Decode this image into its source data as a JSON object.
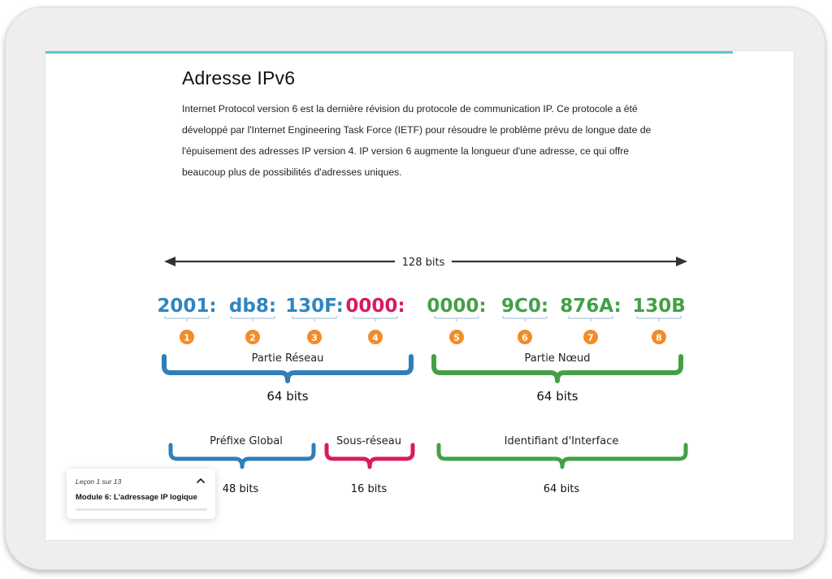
{
  "page": {
    "title": "Adresse IPv6",
    "paragraph": "Internet Protocol version 6 est la dernière révision du protocole de communication IP. Ce protocole a été développé par l'Internet Engineering Task Force (IETF) pour résoudre le problème prévu de longue date de l'épuisement des adresses IP version 4. IP version 6 augmente la longueur d'une adresse, ce qui offre beaucoup plus de possibilités d'adresses uniques."
  },
  "diagram": {
    "total_label": "128 bits",
    "groups": [
      {
        "text": "2001:",
        "num": "1",
        "color": "#2e86c1"
      },
      {
        "text": "db8:",
        "num": "2",
        "color": "#2e86c1"
      },
      {
        "text": "130F:",
        "num": "3",
        "color": "#2e86c1"
      },
      {
        "text": "0000:",
        "num": "4",
        "color": "#d81b60"
      },
      {
        "text": "0000:",
        "num": "5",
        "color": "#43a047"
      },
      {
        "text": "9C0:",
        "num": "6",
        "color": "#43a047"
      },
      {
        "text": "876A:",
        "num": "7",
        "color": "#43a047"
      },
      {
        "text": "130B",
        "num": "8",
        "color": "#43a047"
      }
    ],
    "network_label": "Partie Réseau",
    "network_bits": "64 bits",
    "node_label": "Partie Nœud",
    "node_bits": "64 bits",
    "prefix_label": "Préfixe Global",
    "prefix_bits": "48 bits",
    "subnet_label": "Sous-réseau",
    "subnet_bits": "16 bits",
    "interface_label": "Identifiant d'Interface",
    "interface_bits": "64 bits",
    "colors": {
      "blue": "#2e86c1",
      "bracket_blue": "#2f7fb8",
      "red": "#d81b60",
      "green": "#43a047",
      "orange": "#f28c28",
      "arrow": "#333333"
    }
  },
  "lesson": {
    "counter": "Leçon 1 sur 13",
    "module": "Module 6: L'adressage IP logique"
  }
}
